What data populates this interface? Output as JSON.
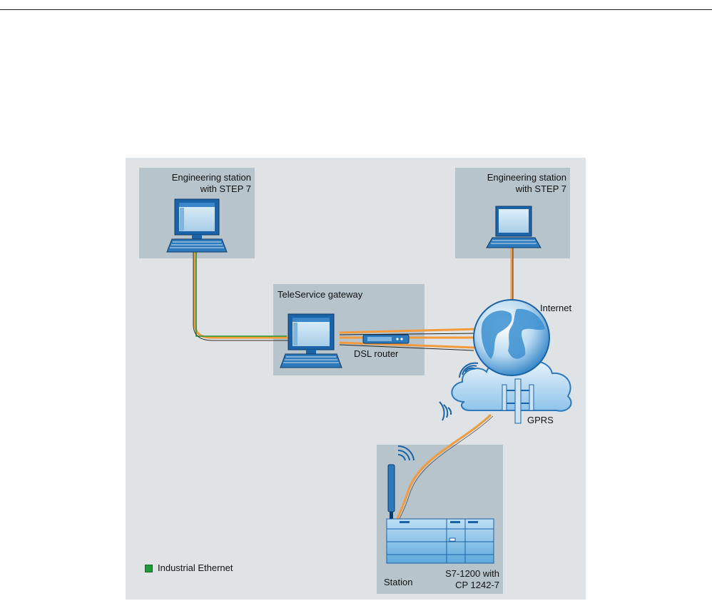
{
  "diagram": {
    "left_station": {
      "label_line1": "Engineering station",
      "label_line2": "with STEP 7"
    },
    "right_station": {
      "label_line1": "Engineering station",
      "label_line2": "with STEP 7"
    },
    "gateway": {
      "title": "TeleService gateway",
      "router_label": "DSL router"
    },
    "internet_label": "Internet",
    "gprs_label": "GPRS",
    "station": {
      "left_label": "Station",
      "right_line1": "S7-1200 with",
      "right_line2": "CP 1242-7"
    },
    "legend": {
      "industrial_ethernet": "Industrial Ethernet"
    }
  },
  "colors": {
    "background": "#dfe3e6",
    "box": "#b7c4cc",
    "cable_orange": "#f39a3c",
    "industrial_ethernet_green": "#1f9a3b",
    "device_blue": "#2c8fd0"
  },
  "icons": [
    "desktop-computer-icon",
    "laptop-icon",
    "dsl-router-icon",
    "globe-icon",
    "cloud-icon",
    "antenna-icon",
    "plc-icon",
    "wireless-signal-icon"
  ]
}
